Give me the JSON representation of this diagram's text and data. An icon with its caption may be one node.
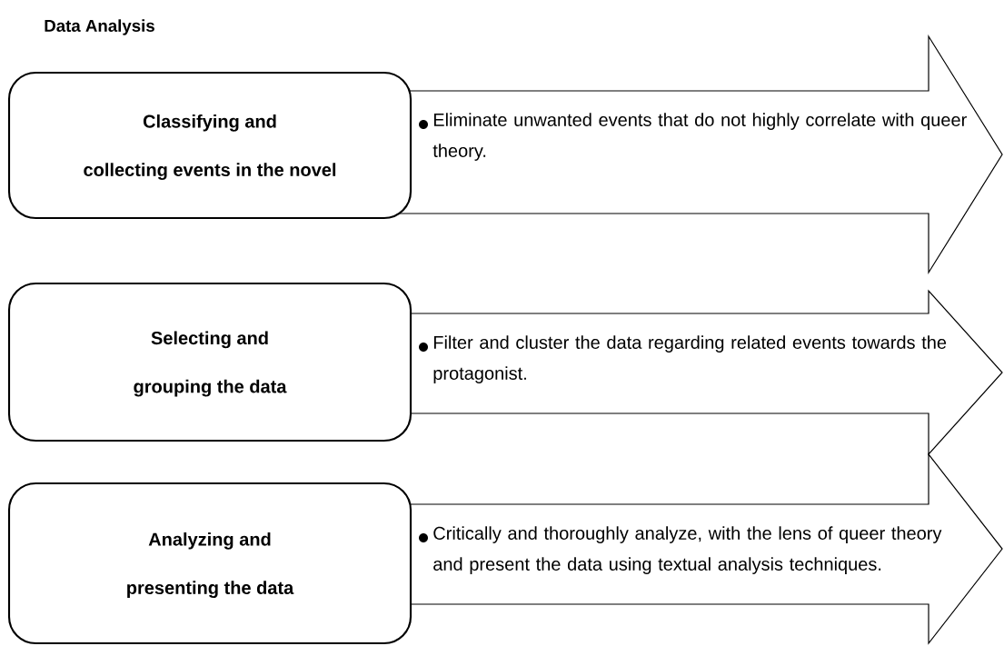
{
  "diagram": {
    "title": "Data Analysis",
    "nodes": [
      {
        "text": [
          "Classifying and",
          "collecting events in the novel"
        ]
      },
      {
        "text": [
          "Eliminate unwanted events that do not highly correlate with queer theory."
        ]
      },
      {
        "text": [
          "Selecting and",
          "grouping the data"
        ]
      },
      {
        "text": [
          "Filter and cluster the data regarding related events towards the protagonist."
        ]
      },
      {
        "text": [
          "Analyzing and",
          "presenting the data"
        ]
      },
      {
        "text": [
          "Critically and thoroughly analyze, with the lens of queer theory and present the data using textual analysis techniques."
        ]
      }
    ]
  }
}
